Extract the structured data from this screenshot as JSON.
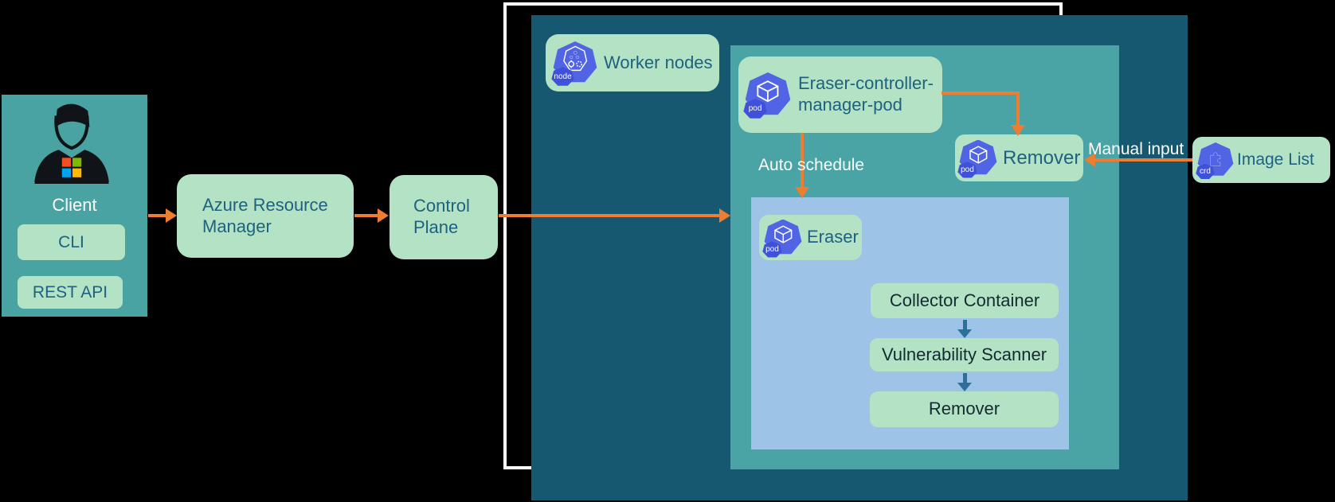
{
  "client": {
    "label": "Client",
    "cli_label": "CLI",
    "rest_api_label": "REST API"
  },
  "flow": {
    "azure_resource_manager": "Azure Resource\nManager",
    "control_plane": "Control\nPlane"
  },
  "cluster": {
    "worker_nodes": "Worker nodes",
    "controller_pod": "Eraser-controller-\nmanager-pod",
    "eraser_pod": "Eraser",
    "collector_container": "Collector Container",
    "vulnerability_scanner": "Vulnerability Scanner",
    "remover_container": "Remover",
    "remover_pod": "Remover",
    "auto_schedule_label": "Auto schedule"
  },
  "external": {
    "image_list": "Image List",
    "manual_input_label": "Manual input"
  },
  "icon_badges": {
    "pod": "pod",
    "node": "node",
    "crd": "crd"
  },
  "colors": {
    "arrow_orange": "#ED7D31",
    "arrow_blue": "#2B6F9B",
    "box_green": "#B3E2C4",
    "teal_panel": "#4AA3A3",
    "cluster_dark_teal": "#15586F",
    "node_light_blue": "#9DC3E6",
    "kubernetes_icon_blue": "#5164E4",
    "label_teal_text": "#1E6280",
    "label_dark_text": "#132A31",
    "white": "#FFFFFF"
  }
}
